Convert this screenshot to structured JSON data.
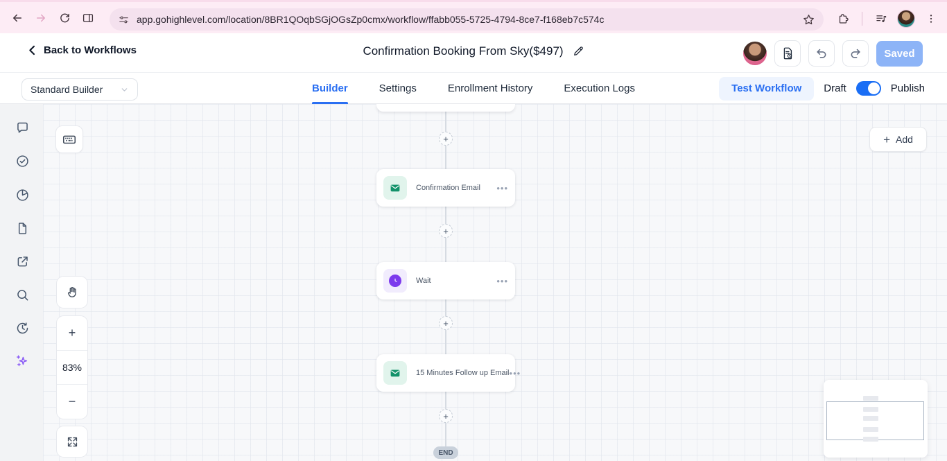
{
  "browser": {
    "url": "app.gohighlevel.com/location/8BR1QOqbSGjOGsZp0cmx/workflow/ffabb055-5725-4794-8ce7-f168eb7c574c"
  },
  "header": {
    "back_label": "Back to Workflows",
    "title": "Confirmation Booking From Sky($497)",
    "saved_label": "Saved"
  },
  "toolbar": {
    "builder_select_label": "Standard Builder",
    "tabs": [
      {
        "label": "Builder",
        "active": true
      },
      {
        "label": "Settings",
        "active": false
      },
      {
        "label": "Enrollment History",
        "active": false
      },
      {
        "label": "Execution Logs",
        "active": false
      }
    ],
    "test_workflow_label": "Test Workflow",
    "draft_label": "Draft",
    "publish_label": "Publish",
    "publish_toggle_on": true
  },
  "canvas": {
    "add_label": "Add",
    "zoom_level": "83%",
    "end_label": "END",
    "nodes": [
      {
        "label": "Confirmation Email",
        "type": "email"
      },
      {
        "label": "Wait",
        "type": "wait"
      },
      {
        "label": "15 Minutes Follow up Email",
        "type": "email"
      }
    ]
  },
  "colors": {
    "accent_blue": "#2a6ff2",
    "toggle_blue": "#1a6ef5",
    "saved_button_blue": "#8db4f7",
    "test_workflow_bg": "#eef4fe",
    "email_icon_green": "#12926a",
    "email_icon_bg": "#e1f4ec",
    "wait_icon_purple": "#7c3aed",
    "ai_sparkle_purple": "#8b5cf6",
    "browser_chrome_pink": "#fdecf5",
    "canvas_bg": "#f7f8fa",
    "end_pill_gray": "#c9d1db"
  }
}
